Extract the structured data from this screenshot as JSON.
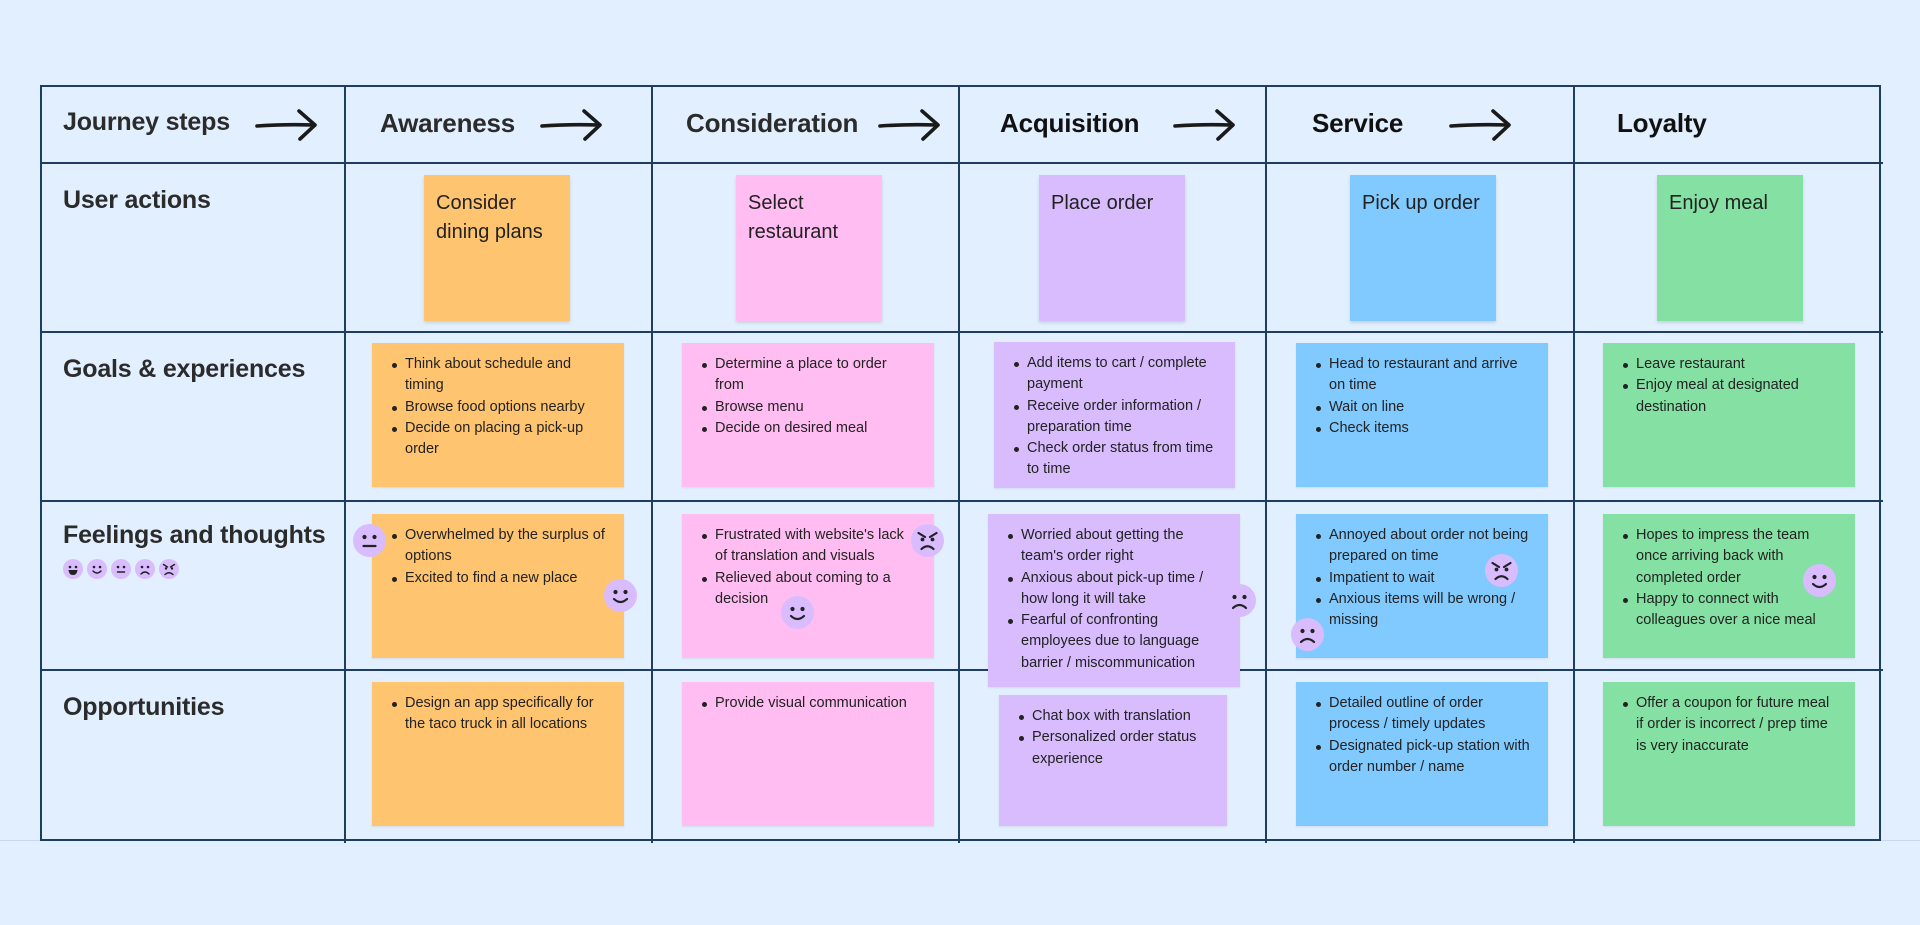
{
  "steps": [
    {
      "label": "Journey steps"
    },
    {
      "label": "Awareness"
    },
    {
      "label": "Consideration"
    },
    {
      "label": "Acquisition"
    },
    {
      "label": "Service"
    },
    {
      "label": "Loyalty"
    }
  ],
  "rows": {
    "user_actions": "User actions",
    "goals": "Goals & experiences",
    "feelings": "Feelings and thoughts",
    "opportunities": "Opportunities"
  },
  "user_actions": [
    {
      "text": "Consider dining plans",
      "color": "#ffc470"
    },
    {
      "text": "Select restaurant",
      "color": "#ffbdf1"
    },
    {
      "text": "Place order",
      "color": "#d8bcfd"
    },
    {
      "text": "Pick up order",
      "color": "#80caff"
    },
    {
      "text": "Enjoy meal",
      "color": "#85e0a3"
    }
  ],
  "goals": [
    {
      "items": [
        "Think about schedule and timing",
        "Browse food options nearby",
        "Decide on placing a pick-up order"
      ]
    },
    {
      "items": [
        "Determine a place to order from",
        "Browse menu",
        "Decide on desired meal"
      ]
    },
    {
      "items": [
        "Add items to cart / complete payment",
        "Receive order information / preparation time",
        "Check order status from time to time"
      ]
    },
    {
      "items": [
        "Head to restaurant and arrive on time",
        "Wait on line",
        "Check items"
      ]
    },
    {
      "items": [
        "Leave restaurant",
        "Enjoy meal at designated destination"
      ]
    }
  ],
  "feelings": [
    {
      "items": [
        "Overwhelmed by the surplus of options",
        "Excited to find a new place"
      ],
      "emojis": [
        "neutral-face-icon",
        "smiling-face-icon"
      ]
    },
    {
      "items": [
        "Frustrated with website's lack of translation and visuals",
        "Relieved about coming to a decision"
      ],
      "emojis": [
        "angry-face-icon",
        "smiling-face-icon"
      ]
    },
    {
      "items": [
        "Worried about getting the team's order right",
        "Anxious about pick-up time / how long it will take",
        "Fearful of confronting employees due to language barrier / miscommunication"
      ],
      "emojis": [
        "frowning-face-icon"
      ]
    },
    {
      "items": [
        "Annoyed about order not being prepared on time",
        "Impatient to wait",
        "Anxious items will be wrong / missing"
      ],
      "emojis": [
        "angry-face-icon",
        "frowning-face-icon"
      ]
    },
    {
      "items": [
        "Hopes to impress the team once arriving back with completed order",
        "Happy to connect with colleagues over a nice meal"
      ],
      "emojis": [
        "smiling-face-icon"
      ]
    }
  ],
  "feelings_scale": [
    "grinning-face-icon",
    "smiling-face-icon",
    "neutral-face-icon",
    "frowning-face-icon",
    "angry-face-icon"
  ],
  "opportunities": [
    {
      "items": [
        "Design an app specifically for the taco truck in all locations"
      ]
    },
    {
      "items": [
        "Provide visual communication"
      ]
    },
    {
      "items": [
        "Chat box with translation",
        "Personalized order status experience"
      ]
    },
    {
      "items": [
        "Detailed outline of order process / timely updates",
        "Designated pick-up station with order number / name"
      ]
    },
    {
      "items": [
        "Offer a coupon for future meal if order is incorrect / prep time is very inaccurate"
      ]
    }
  ]
}
